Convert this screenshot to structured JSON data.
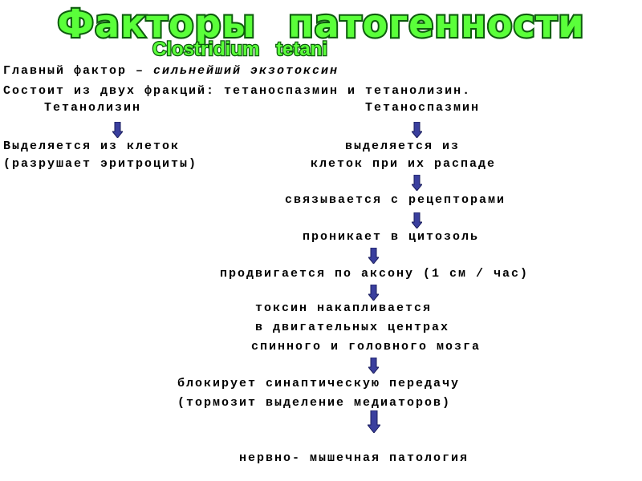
{
  "title": {
    "word1": "Факторы",
    "word2": "патогенности"
  },
  "subtitle": "Clostridium tetani",
  "lines": {
    "main_factor_prefix": "Главный фактор – ",
    "main_factor_italic": "сильнейший экзотоксин",
    "fractions": "Состоит из двух фракций:  тетаноспазмин и тетанолизин.",
    "tetanolysin_head": "Тетанолизин",
    "tetanospasmin_head": "Тетаноспазмин",
    "lysin_1": "Выделяется из клеток",
    "lysin_2": "(разрушает эритроциты)",
    "spasmin_1": "выделяется из",
    "spasmin_2": "клеток при их распаде",
    "step_receptors": "связывается с рецепторами",
    "step_cytosol": "проникает в цитозоль",
    "step_axon": "продвигается по аксону  (1 см / час)",
    "step_accum_1": "токсин накапливается",
    "step_accum_2": "в двигательных центрах",
    "step_accum_3": "спинного и головного мозга",
    "step_block_1": "блокирует синаптическую передачу",
    "step_block_2": "(тормозит выделение медиаторов)",
    "step_final": "нервно- мышечная патология"
  },
  "colors": {
    "arrow_fill": "#3a3f9e",
    "arrow_stroke": "#1a1d5c",
    "title_fill": "#5aff3a",
    "title_stroke": "#0d5c0d"
  }
}
